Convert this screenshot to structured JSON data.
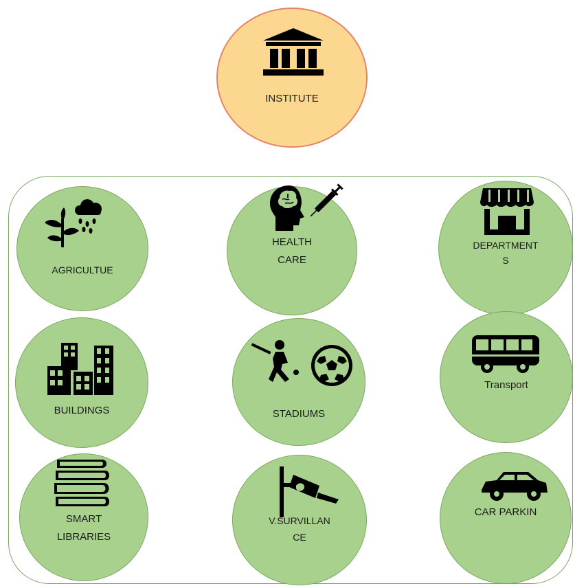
{
  "colors": {
    "root_fill": "#fbd78f",
    "root_border": "#e8836a",
    "child_fill": "#a9d18e",
    "child_border": "#7aa860"
  },
  "root": {
    "label": "INSTITUTE",
    "icon": "institute-building-icon"
  },
  "nodes": [
    {
      "id": "agriculture",
      "label": "AGRICULTUE",
      "icon": "plant-rain-icon"
    },
    {
      "id": "health",
      "label_lines": [
        "HEALTH",
        "CARE"
      ],
      "icon": "brain-syringe-icon"
    },
    {
      "id": "departments",
      "label_lines": [
        "DEPARTMENT",
        "S"
      ],
      "icon": "storefront-icon"
    },
    {
      "id": "buildings",
      "label": "BUILDINGS",
      "icon": "city-buildings-icon"
    },
    {
      "id": "stadiums",
      "label": "STADIUMS",
      "icon": "cricket-football-icon"
    },
    {
      "id": "transport",
      "label": "Transport",
      "icon": "bus-icon"
    },
    {
      "id": "libraries",
      "label_lines": [
        "SMART",
        "LIBRARIES"
      ],
      "icon": "books-icon"
    },
    {
      "id": "surveillance",
      "label_lines": [
        "V.SURVILLAN",
        "CE"
      ],
      "icon": "cctv-camera-icon"
    },
    {
      "id": "parking",
      "label": "CAR PARKIN",
      "icon": "car-icon"
    }
  ]
}
